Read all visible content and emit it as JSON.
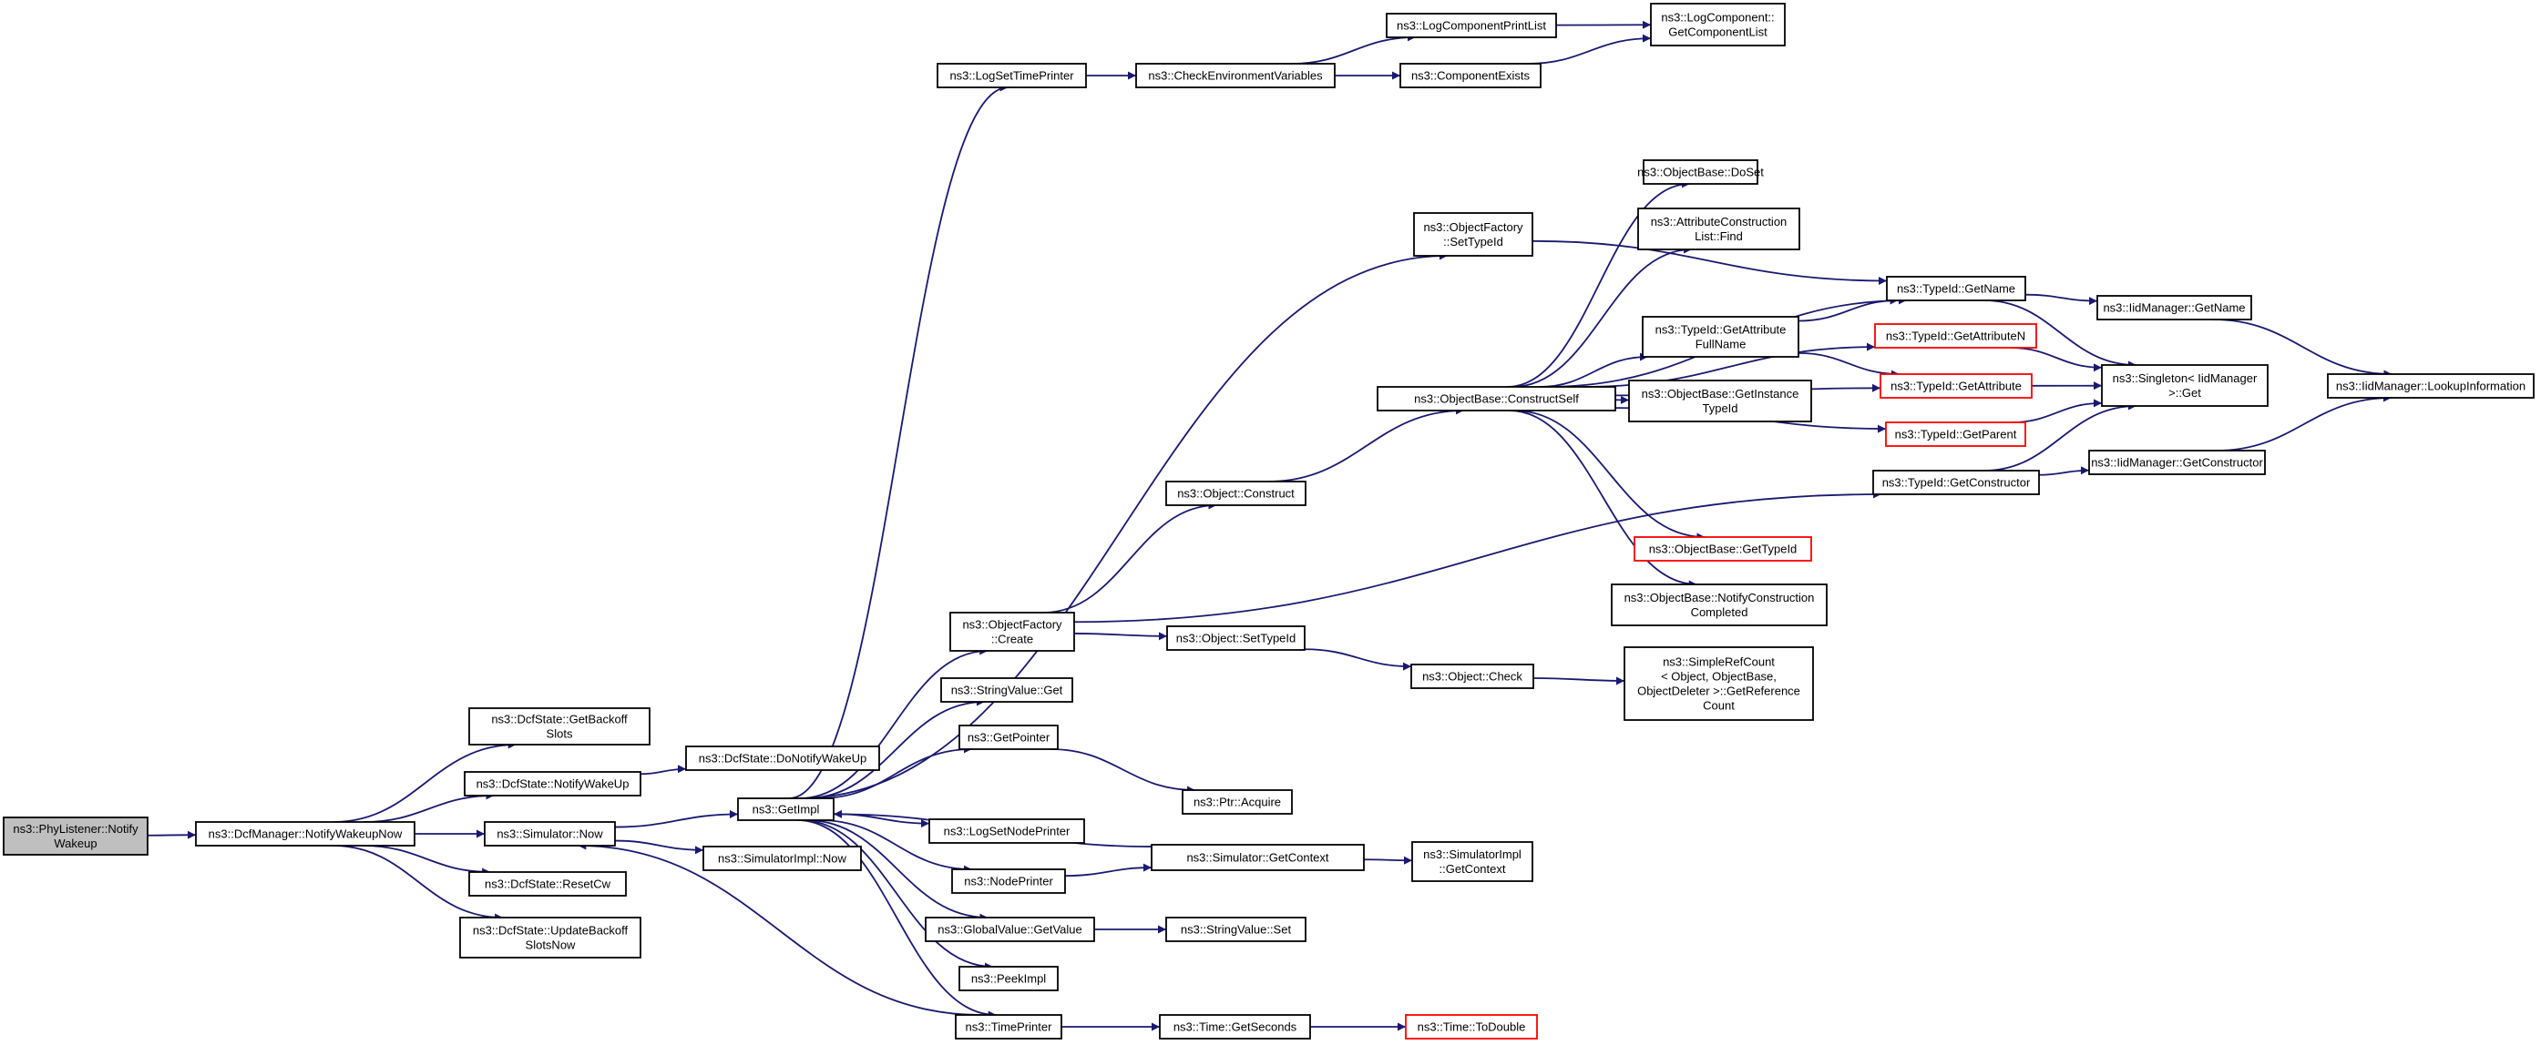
{
  "colors": {
    "edge": "#191970",
    "box_border": "#000000",
    "box_border_red": "#ff0000",
    "root_fill": "#bfbfbf"
  },
  "nodes": [
    {
      "id": "n0",
      "lines": [
        "ns3::PhyListener::Notify",
        "Wakeup"
      ],
      "style": "root"
    },
    {
      "id": "n1",
      "lines": [
        "ns3::DcfManager::NotifyWakeupNow"
      ],
      "style": "normal"
    },
    {
      "id": "n2",
      "lines": [
        "ns3::DcfState::GetBackoff",
        "Slots"
      ],
      "style": "normal"
    },
    {
      "id": "n3",
      "lines": [
        "ns3::DcfState::NotifyWakeUp"
      ],
      "style": "normal"
    },
    {
      "id": "n4",
      "lines": [
        "ns3::Simulator::Now"
      ],
      "style": "normal"
    },
    {
      "id": "n5",
      "lines": [
        "ns3::DcfState::ResetCw"
      ],
      "style": "normal"
    },
    {
      "id": "n6",
      "lines": [
        "ns3::DcfState::UpdateBackoff",
        "SlotsNow"
      ],
      "style": "normal"
    },
    {
      "id": "n7",
      "lines": [
        "ns3::DcfState::DoNotifyWakeUp"
      ],
      "style": "normal"
    },
    {
      "id": "n8",
      "lines": [
        "ns3::GetImpl"
      ],
      "style": "normal"
    },
    {
      "id": "n9",
      "lines": [
        "ns3::SimulatorImpl::Now"
      ],
      "style": "normal"
    },
    {
      "id": "n10",
      "lines": [
        "ns3::LogSetTimePrinter"
      ],
      "style": "normal"
    },
    {
      "id": "n11",
      "lines": [
        "ns3::ObjectFactory",
        "::Create"
      ],
      "style": "normal"
    },
    {
      "id": "n12",
      "lines": [
        "ns3::StringValue::Get"
      ],
      "style": "normal"
    },
    {
      "id": "n13",
      "lines": [
        "ns3::GetPointer"
      ],
      "style": "normal"
    },
    {
      "id": "n14",
      "lines": [
        "ns3::LogSetNodePrinter"
      ],
      "style": "normal"
    },
    {
      "id": "n15",
      "lines": [
        "ns3::NodePrinter"
      ],
      "style": "normal"
    },
    {
      "id": "n16",
      "lines": [
        "ns3::GlobalValue::GetValue"
      ],
      "style": "normal"
    },
    {
      "id": "n17",
      "lines": [
        "ns3::PeekImpl"
      ],
      "style": "normal"
    },
    {
      "id": "n18",
      "lines": [
        "ns3::TimePrinter"
      ],
      "style": "normal"
    },
    {
      "id": "n19",
      "lines": [
        "ns3::CheckEnvironmentVariables"
      ],
      "style": "normal"
    },
    {
      "id": "n20",
      "lines": [
        "ns3::LogComponentPrintList"
      ],
      "style": "normal"
    },
    {
      "id": "n21",
      "lines": [
        "ns3::ComponentExists"
      ],
      "style": "normal"
    },
    {
      "id": "n22",
      "lines": [
        "ns3::LogComponent::",
        "GetComponentList"
      ],
      "style": "normal"
    },
    {
      "id": "n23",
      "lines": [
        "ns3::ObjectFactory",
        "::SetTypeId"
      ],
      "style": "normal"
    },
    {
      "id": "n24",
      "lines": [
        "ns3::Object::Construct"
      ],
      "style": "normal"
    },
    {
      "id": "n25",
      "lines": [
        "ns3::Object::SetTypeId"
      ],
      "style": "normal"
    },
    {
      "id": "n26",
      "lines": [
        "ns3::Object::Check"
      ],
      "style": "normal"
    },
    {
      "id": "n27",
      "lines": [
        "ns3::Ptr::Acquire"
      ],
      "style": "normal"
    },
    {
      "id": "n28",
      "lines": [
        "ns3::Simulator::GetContext"
      ],
      "style": "normal"
    },
    {
      "id": "n29",
      "lines": [
        "ns3::SimulatorImpl",
        "::GetContext"
      ],
      "style": "normal"
    },
    {
      "id": "n30",
      "lines": [
        "ns3::StringValue::Set"
      ],
      "style": "normal"
    },
    {
      "id": "n31",
      "lines": [
        "ns3::Time::GetSeconds"
      ],
      "style": "normal"
    },
    {
      "id": "n32",
      "lines": [
        "ns3::Time::ToDouble"
      ],
      "style": "red"
    },
    {
      "id": "n33",
      "lines": [
        "ns3::ObjectBase::ConstructSelf"
      ],
      "style": "normal"
    },
    {
      "id": "n34",
      "lines": [
        "ns3::ObjectBase::DoSet"
      ],
      "style": "normal"
    },
    {
      "id": "n35",
      "lines": [
        "ns3::AttributeConstruction",
        "List::Find"
      ],
      "style": "normal"
    },
    {
      "id": "n36",
      "lines": [
        "ns3::TypeId::GetAttribute",
        "FullName"
      ],
      "style": "normal"
    },
    {
      "id": "n37",
      "lines": [
        "ns3::ObjectBase::GetInstance",
        "TypeId"
      ],
      "style": "normal"
    },
    {
      "id": "n38",
      "lines": [
        "ns3::ObjectBase::GetTypeId"
      ],
      "style": "red"
    },
    {
      "id": "n39",
      "lines": [
        "ns3::ObjectBase::NotifyConstruction",
        "Completed"
      ],
      "style": "normal"
    },
    {
      "id": "n40",
      "lines": [
        "ns3::SimpleRefCount",
        "< Object, ObjectBase,",
        "ObjectDeleter >::GetReference",
        "Count"
      ],
      "style": "normal"
    },
    {
      "id": "n41",
      "lines": [
        "ns3::TypeId::GetName"
      ],
      "style": "normal"
    },
    {
      "id": "n42",
      "lines": [
        "ns3::TypeId::GetAttributeN"
      ],
      "style": "red"
    },
    {
      "id": "n43",
      "lines": [
        "ns3::TypeId::GetAttribute"
      ],
      "style": "red"
    },
    {
      "id": "n44",
      "lines": [
        "ns3::TypeId::GetParent"
      ],
      "style": "red"
    },
    {
      "id": "n45",
      "lines": [
        "ns3::TypeId::GetConstructor"
      ],
      "style": "normal"
    },
    {
      "id": "n46",
      "lines": [
        "ns3::IidManager::GetName"
      ],
      "style": "normal"
    },
    {
      "id": "n47",
      "lines": [
        "ns3::Singleton< IidManager",
        ">::Get"
      ],
      "style": "normal"
    },
    {
      "id": "n48",
      "lines": [
        "ns3::IidManager::GetConstructor"
      ],
      "style": "normal"
    },
    {
      "id": "n49",
      "lines": [
        "ns3::IidManager::LookupInformation"
      ],
      "style": "normal"
    }
  ],
  "edges": [
    [
      "n0",
      "n1"
    ],
    [
      "n1",
      "n2"
    ],
    [
      "n1",
      "n3"
    ],
    [
      "n1",
      "n4"
    ],
    [
      "n1",
      "n5"
    ],
    [
      "n1",
      "n6"
    ],
    [
      "n3",
      "n7"
    ],
    [
      "n4",
      "n8"
    ],
    [
      "n4",
      "n9"
    ],
    [
      "n8",
      "n10"
    ],
    [
      "n8",
      "n11"
    ],
    [
      "n8",
      "n12"
    ],
    [
      "n8",
      "n13"
    ],
    [
      "n8",
      "n14"
    ],
    [
      "n8",
      "n15"
    ],
    [
      "n8",
      "n16"
    ],
    [
      "n8",
      "n17"
    ],
    [
      "n8",
      "n18"
    ],
    [
      "n8",
      "n23"
    ],
    [
      "n10",
      "n19"
    ],
    [
      "n19",
      "n20"
    ],
    [
      "n19",
      "n21"
    ],
    [
      "n20",
      "n22"
    ],
    [
      "n21",
      "n22"
    ],
    [
      "n11",
      "n24"
    ],
    [
      "n11",
      "n25"
    ],
    [
      "n11",
      "n45"
    ],
    [
      "n13",
      "n27"
    ],
    [
      "n15",
      "n28"
    ],
    [
      "n28",
      "n29"
    ],
    [
      "n28",
      "n8"
    ],
    [
      "n16",
      "n30"
    ],
    [
      "n18",
      "n31"
    ],
    [
      "n18",
      "n4"
    ],
    [
      "n31",
      "n32"
    ],
    [
      "n23",
      "n41"
    ],
    [
      "n24",
      "n33"
    ],
    [
      "n25",
      "n26"
    ],
    [
      "n26",
      "n40"
    ],
    [
      "n33",
      "n34"
    ],
    [
      "n33",
      "n35"
    ],
    [
      "n33",
      "n36"
    ],
    [
      "n33",
      "n37"
    ],
    [
      "n33",
      "n38"
    ],
    [
      "n33",
      "n39"
    ],
    [
      "n33",
      "n41"
    ],
    [
      "n33",
      "n42"
    ],
    [
      "n33",
      "n43"
    ],
    [
      "n33",
      "n44"
    ],
    [
      "n36",
      "n41"
    ],
    [
      "n36",
      "n43"
    ],
    [
      "n41",
      "n46"
    ],
    [
      "n41",
      "n47"
    ],
    [
      "n42",
      "n47"
    ],
    [
      "n43",
      "n47"
    ],
    [
      "n44",
      "n47"
    ],
    [
      "n45",
      "n47"
    ],
    [
      "n45",
      "n48"
    ],
    [
      "n46",
      "n49"
    ],
    [
      "n48",
      "n49"
    ]
  ]
}
